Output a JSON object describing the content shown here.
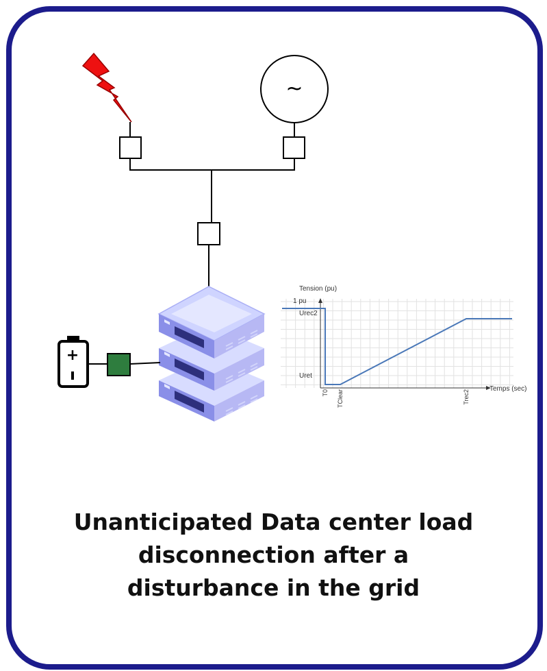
{
  "caption": {
    "line1": "Unanticipated Data center load",
    "line2": "disconnection after a",
    "line3": "disturbance in the grid"
  },
  "generator_symbol": "~",
  "battery": {
    "plus": "+",
    "minus": "-"
  },
  "icons": [
    "lightning-bolt-icon",
    "ac-generator-icon",
    "breaker-icon",
    "server-rack-icon",
    "battery-icon",
    "converter-icon"
  ],
  "colors": {
    "frame": "#1c1c8c",
    "bolt": "#ee1111",
    "converter": "#2e7d3e",
    "curve": "#4a78b8"
  },
  "chart_data": {
    "type": "line",
    "ylabel": "Tension (pu)",
    "xlabel": "Temps (sec)",
    "y_ticks": [
      "1 pu",
      "Urec2",
      "Uret"
    ],
    "x_ticks": [
      "T0",
      "TClear",
      "Trec2"
    ],
    "series": [
      {
        "x": [
          "start",
          "T0",
          "T0",
          "TClear",
          "Trec2",
          "end"
        ],
        "y": [
          "1 pu",
          "1 pu",
          "Uret",
          "Uret",
          "Urec2",
          "Urec2"
        ]
      }
    ],
    "grid": true
  }
}
